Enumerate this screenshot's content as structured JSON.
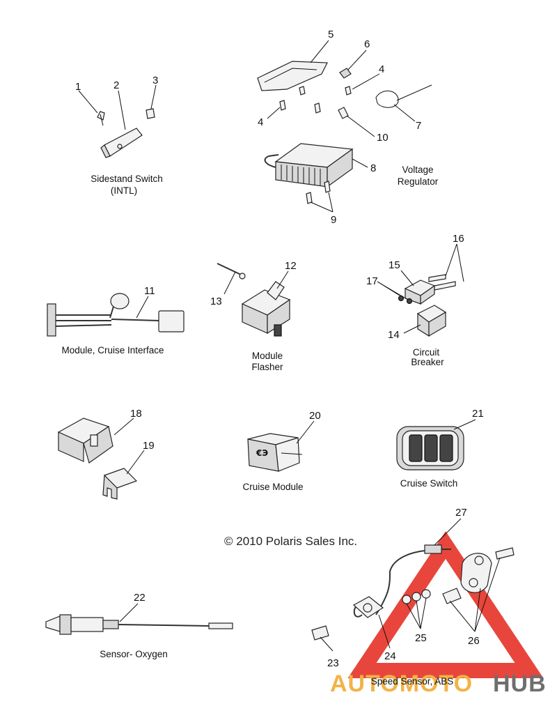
{
  "callouts": [
    "1",
    "2",
    "3",
    "4",
    "5",
    "6",
    "4",
    "7",
    "8",
    "9",
    "10",
    "11",
    "12",
    "13",
    "14",
    "15",
    "16",
    "17",
    "18",
    "19",
    "20",
    "21",
    "22",
    "23",
    "24",
    "25",
    "26",
    "27"
  ],
  "captions": {
    "sidestand_line1": "Sidestand Switch",
    "sidestand_line2": "(INTL)",
    "voltage_line1": "Voltage",
    "voltage_line2": "Regulator",
    "cruise_interface": "Module, Cruise Interface",
    "flasher_line1": "Module",
    "flasher_line2": "Flasher",
    "breaker_line1": "Circuit",
    "breaker_line2": "Breaker",
    "cruise_module": "Cruise Module",
    "cruise_switch": "Cruise Switch",
    "oxygen_sensor": "Sensor- Oxygen",
    "speed_sensor": "Speed Sensor, ABS"
  },
  "copyright": "© 2010 Polaris Sales Inc.",
  "watermark": {
    "part1": "AUTOMOTO",
    "part2": "HUB",
    "accent": "#e8463c",
    "color1": "#f2b347",
    "color2": "#6e6e6e"
  }
}
